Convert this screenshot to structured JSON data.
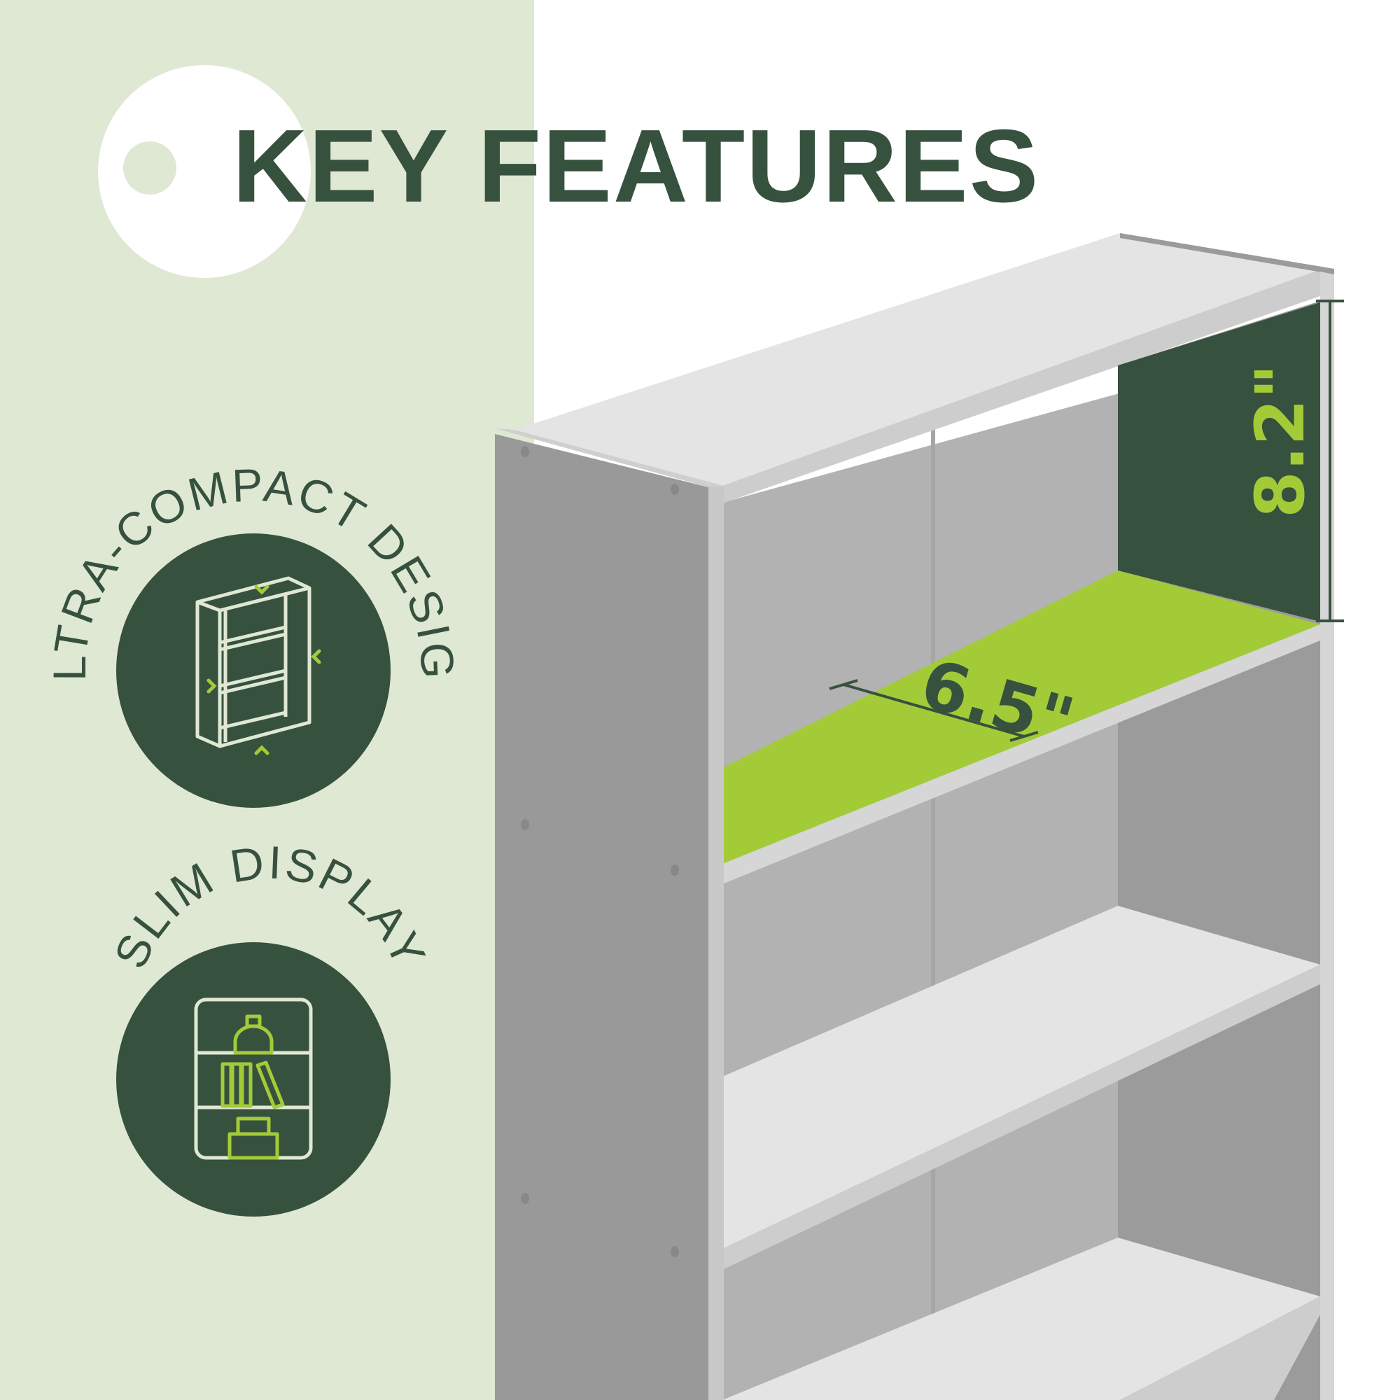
{
  "title": "KEY FEATURES",
  "features": [
    {
      "label": "ULTRA-COMPACT DESIGN",
      "icon": "compact-bookcase-icon"
    },
    {
      "label": "SLIM DISPLAY",
      "icon": "slim-display-shelf-icon"
    }
  ],
  "dimensions": {
    "shelf_depth": "6.5\"",
    "shelf_height": "8.2\""
  },
  "colors": {
    "panel_background": "#dfe8d3",
    "dark_green": "#37513f",
    "accent_green": "#a3cb38",
    "icon_line": "#dfe8d3",
    "white": "#ffffff"
  }
}
